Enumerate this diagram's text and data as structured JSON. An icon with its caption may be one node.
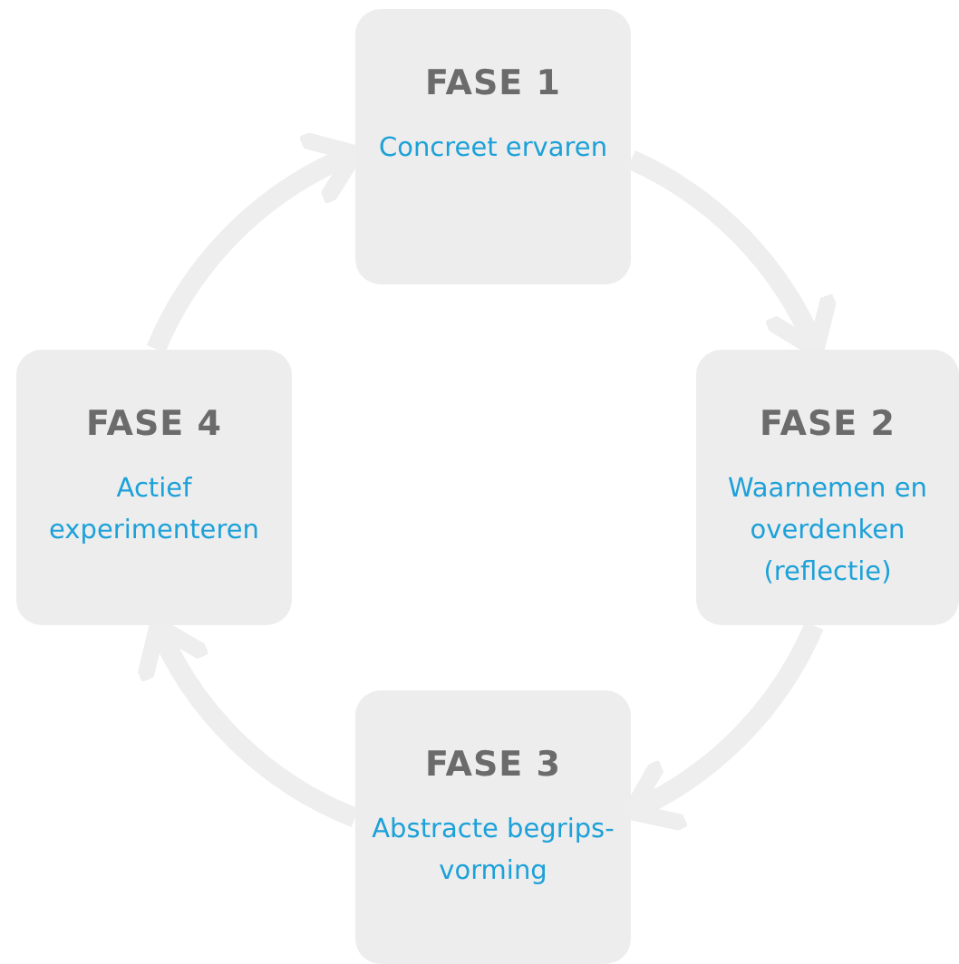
{
  "diagram": {
    "nodes": [
      {
        "text": [
          "FASE 1",
          "Concreet ervaren"
        ]
      },
      {
        "text": [
          "FASE 2",
          "Waarnemen en overdenken (reflectie)"
        ]
      },
      {
        "text": [
          "FASE 3",
          "Abstracte begrips-vorming"
        ]
      },
      {
        "text": [
          "FASE 4",
          "Actief experimenteren"
        ]
      }
    ],
    "edges": [
      {
        "from": 3,
        "to": 0,
        "arrow": "to"
      },
      {
        "from": 0,
        "to": 1,
        "arrow": "to"
      },
      {
        "from": 1,
        "to": 2,
        "arrow": "to"
      },
      {
        "from": 2,
        "to": 3,
        "arrow": "to"
      }
    ]
  }
}
